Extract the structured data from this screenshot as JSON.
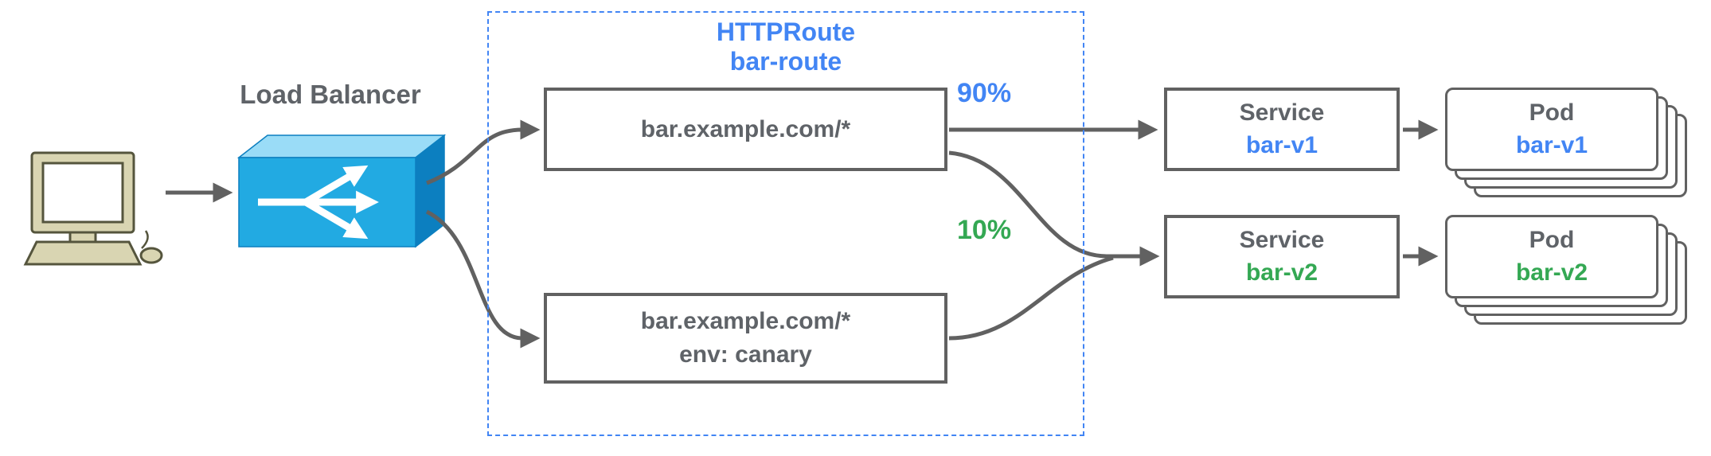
{
  "diagram": {
    "load_balancer": {
      "label": "Load Balancer"
    },
    "http_route_group": {
      "kind": "HTTPRoute",
      "name": "bar-route"
    },
    "route_rules": [
      {
        "line1": "bar.example.com/*"
      },
      {
        "line1": "bar.example.com/*",
        "line2": "env: canary"
      }
    ],
    "traffic_weights": [
      {
        "label": "90%",
        "color": "#4285f4"
      },
      {
        "label": "10%",
        "color": "#34a853"
      }
    ],
    "services": [
      {
        "kind": "Service",
        "name": "bar-v1",
        "accent_color": "#4285f4"
      },
      {
        "kind": "Service",
        "name": "bar-v2",
        "accent_color": "#34a853"
      }
    ],
    "pods": [
      {
        "kind": "Pod",
        "name": "bar-v1",
        "accent_color": "#4285f4"
      },
      {
        "kind": "Pod",
        "name": "bar-v2",
        "accent_color": "#34a853"
      }
    ],
    "icons": {
      "client": "desktop-computer-icon",
      "load_balancer": "fan-out-arrows-icon"
    },
    "colors": {
      "accent_blue": "#4285f4",
      "accent_green": "#34a853",
      "line_gray": "#616161",
      "text_gray": "#5f6368",
      "frame_dashed_blue": "#4285f4",
      "lb_front": "#22aae2",
      "lb_top": "#9adcf7",
      "lb_side": "#0c7fc0"
    }
  }
}
